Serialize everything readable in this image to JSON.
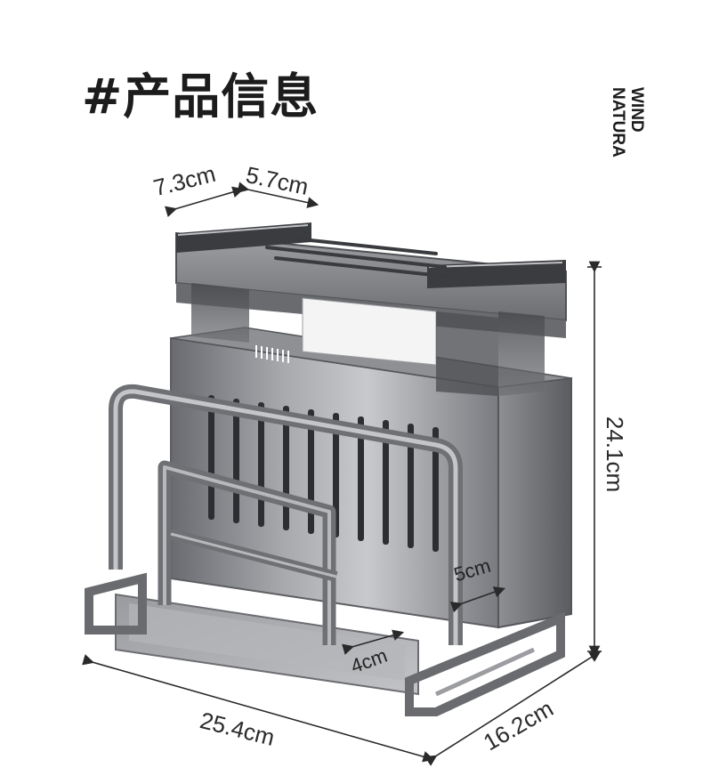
{
  "title": "#产品信息",
  "brand": {
    "line1": "NATURA",
    "line2": "WIND"
  },
  "dimensions": {
    "top_left_width": "7.3cm",
    "top_right_width": "5.7cm",
    "height": "24.1cm",
    "length": "25.4cm",
    "depth": "16.2cm",
    "slot_gap": "5cm",
    "board_gap": "4cm"
  },
  "colors": {
    "metal_dark": "#5e5e62",
    "metal_mid": "#8c8d91",
    "metal_light": "#c9cacd",
    "dim_line": "#2a2a2a"
  }
}
